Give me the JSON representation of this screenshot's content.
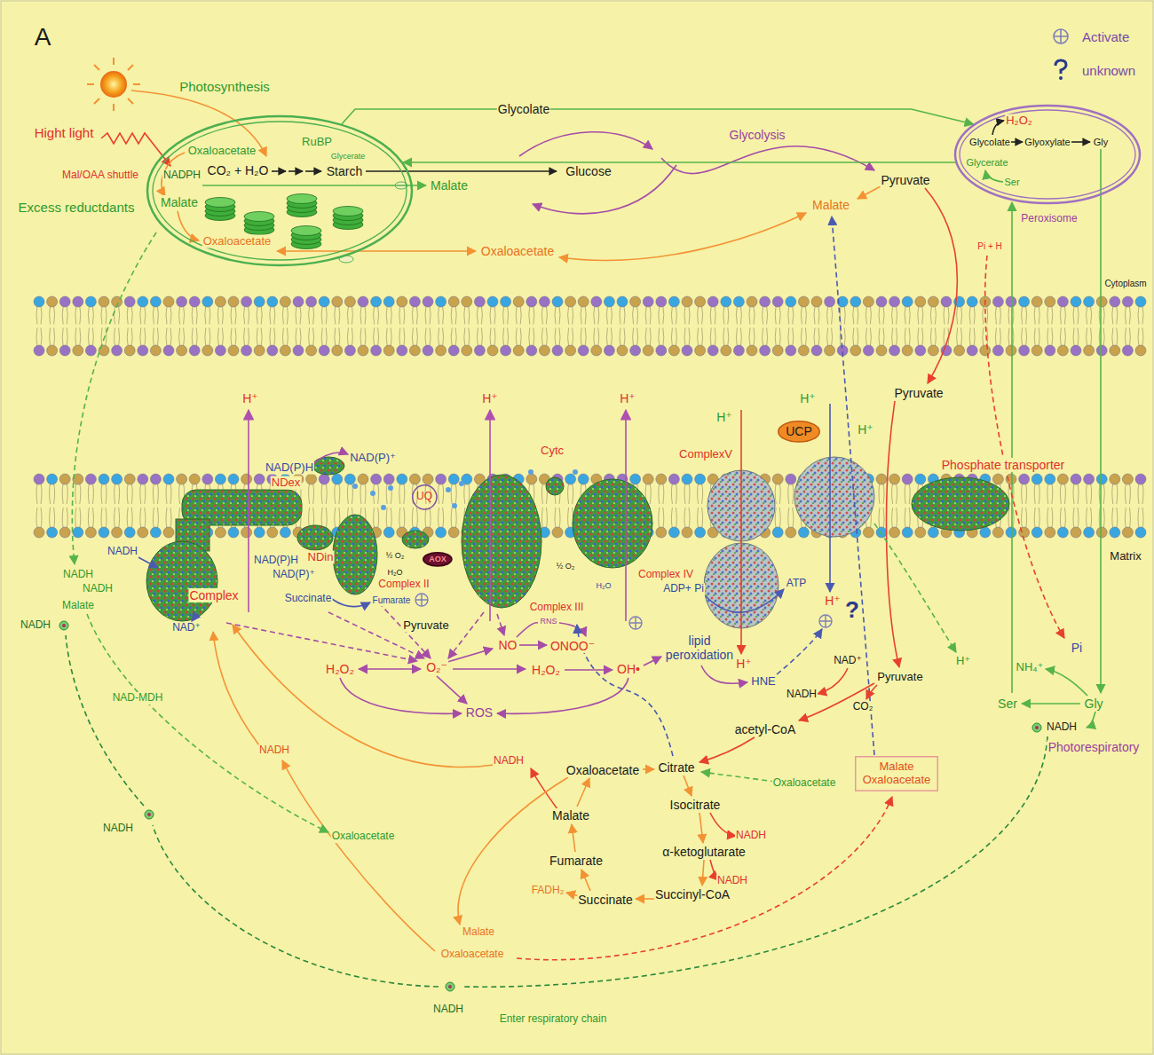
{
  "diagram": {
    "nodes": [
      {
        "text": [
          "Oxaloacetate",
          "RuBP",
          "Glycerate",
          "NADPH",
          "CO₂ + H₂O",
          "Starch",
          "Malate",
          "Oxaloacetate"
        ]
      },
      {
        "text": [
          "H₂O₂",
          "Glycolate",
          "Glyoxylate",
          "Gly",
          "Glycerate",
          "Ser",
          "Peroxisome"
        ]
      },
      {
        "text": [
          "UCP"
        ]
      },
      {
        "text": [
          "AOX"
        ]
      },
      {
        "text": [
          "UQ"
        ]
      },
      {
        "text": [
          "Malate Oxaloacetate"
        ]
      }
    ],
    "edges": [
      {
        "from": 0,
        "to": 1,
        "label": "Glycolate",
        "arrow": "to"
      },
      {
        "from": 1,
        "to": 0,
        "arrow": "to"
      }
    ],
    "labels": [
      "A",
      "Photosynthesis",
      "Hight light",
      "Mal/OAA shuttle",
      "Excess reductdants",
      "Malate",
      "Glucose",
      "Glycolysis",
      "Pyruvate",
      "Malate",
      "Oxaloacetate",
      "Pi + H",
      "Cytoplasm",
      "Pyruvate",
      "H⁺",
      "NAD(P)H",
      "NDex",
      "NAD(P)⁺",
      "H⁺",
      "Cytc",
      "H⁺",
      "H⁺",
      "ComplexV",
      "H⁺",
      "H⁺",
      "Phosphate transporter",
      "NADH",
      "NADH",
      "NADH",
      "Malate",
      "NADH",
      "Complex",
      "NAD⁺",
      "NAD(P)H",
      "NDin",
      "NAD(P)⁺",
      "Succinate",
      "½ O₂",
      "H₂O",
      "Complex II",
      "Fumarate",
      "Pyruvate",
      "Complex III",
      "½ O₂",
      "H₂O",
      "Complex IV",
      "ADP+ Pi",
      "ATP",
      "H⁺",
      "?",
      "Matrix",
      "RNS",
      "NO",
      "ONOO⁻",
      "lipid peroxidation",
      "H⁺",
      "H₂O₂",
      "O₂⁻",
      "H₂O₂",
      "OH•",
      "HNE",
      "NAD⁺",
      "Pyruvate",
      "NADH",
      "CO₂",
      "H⁺",
      "Pi",
      "NH₄⁺",
      "Ser",
      "Gly",
      "NADH",
      "Photorespiratory",
      "ROS",
      "NAD-MDH",
      "acetyl-CoA",
      "NADH",
      "NADH",
      "Oxaloacetate",
      "Citrate",
      "Oxaloacetate",
      "Isocitrate",
      "NADH",
      "Malate",
      "α-ketoglutarate",
      "Fumarate",
      "NADH",
      "FADH₂",
      "Succinate",
      "Succinyl-CoA",
      "NADH",
      "Oxaloacetate",
      "Malate",
      "Oxaloacetate",
      "NADH",
      "Enter respiratory chain"
    ],
    "legend": [
      {
        "text": "Activate"
      },
      {
        "text": "unknown"
      }
    ]
  }
}
